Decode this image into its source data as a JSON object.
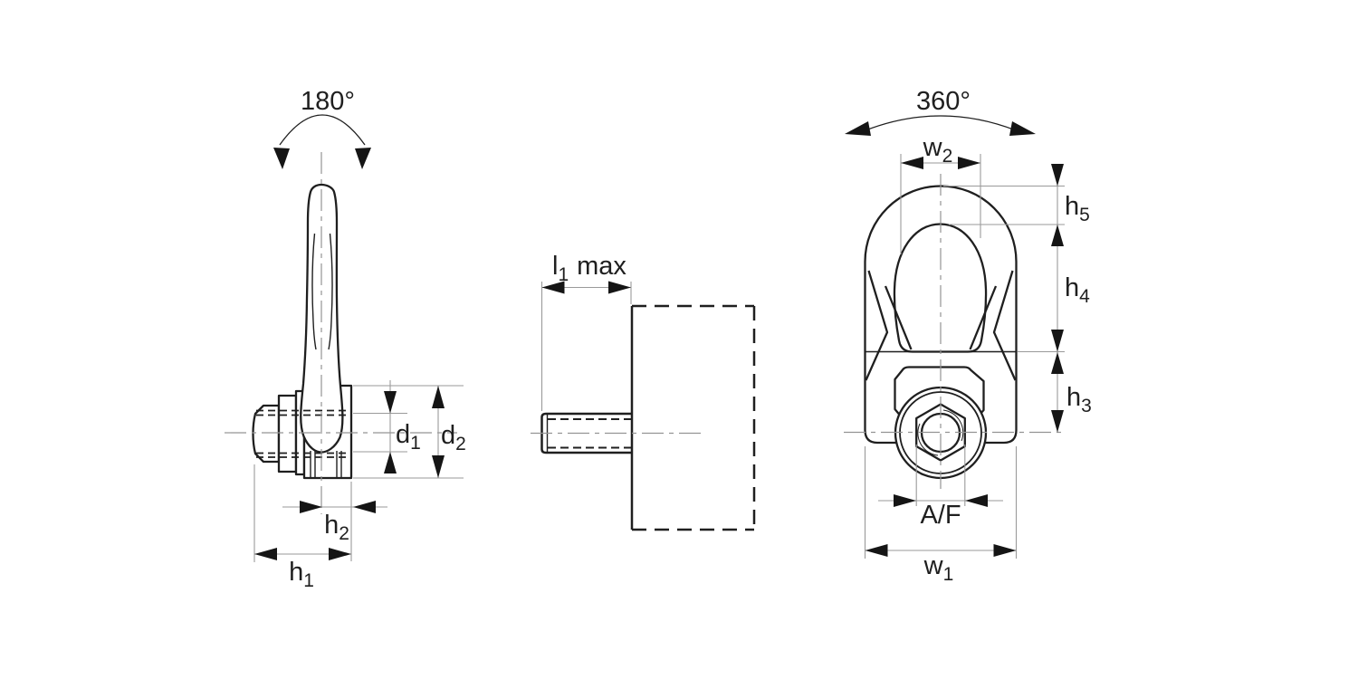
{
  "colors": {
    "background": "#ffffff",
    "line": "#1f1f1f",
    "dimension_line": "#9a9a9a",
    "text": "#1f1f1f"
  },
  "labels": {
    "rotation_side_view": "180°",
    "rotation_front_view": "360°",
    "thread_length": {
      "base": "l",
      "sub": "1",
      "suffix": "max"
    },
    "d1": {
      "base": "d",
      "sub": "1"
    },
    "d2": {
      "base": "d",
      "sub": "2"
    },
    "h1": {
      "base": "h",
      "sub": "1"
    },
    "h2": {
      "base": "h",
      "sub": "2"
    },
    "h3": {
      "base": "h",
      "sub": "3"
    },
    "h4": {
      "base": "h",
      "sub": "4"
    },
    "h5": {
      "base": "h",
      "sub": "5"
    },
    "w1": {
      "base": "w",
      "sub": "1"
    },
    "w2": {
      "base": "w",
      "sub": "2"
    },
    "af": "A/F"
  }
}
